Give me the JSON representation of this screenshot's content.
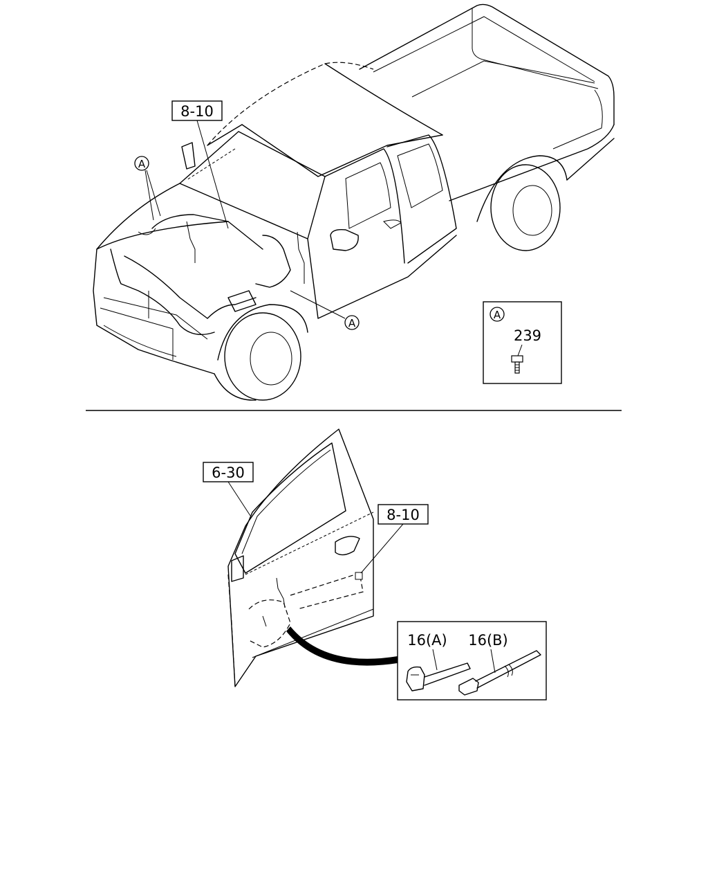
{
  "callouts": {
    "top_harness_ref": "8-10",
    "door_panel_ref": "6-30",
    "door_harness_ref": "8-10",
    "detail_a_marker_1": "A",
    "detail_a_marker_2": "A"
  },
  "detail_a": {
    "marker": "A",
    "part_no": "239"
  },
  "clip_detail": {
    "part_a": "16(A)",
    "part_b": "16(B)"
  }
}
